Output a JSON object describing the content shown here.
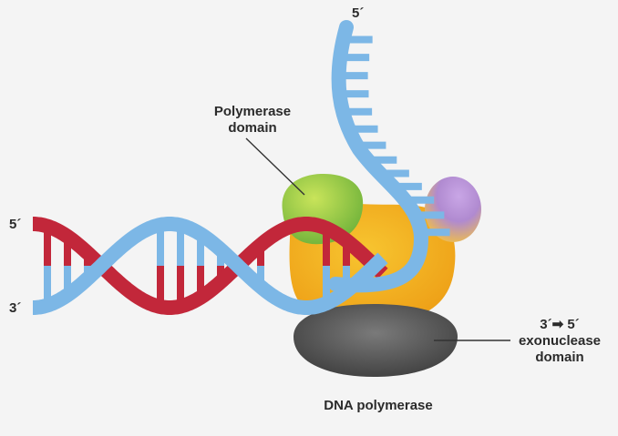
{
  "labels": {
    "strand_top_5prime": "5´",
    "strand_bottom_3prime": "3´",
    "template_end_5prime": "5´",
    "polymerase_domain": [
      "Polymerase",
      "domain"
    ],
    "exonuclease_domain": [
      "3´➡ 5´",
      "exonuclease",
      "domain"
    ],
    "enzyme_name": "DNA polymerase"
  },
  "colors": {
    "background": "#f4f4f4",
    "blue_strand": "#7cb7e6",
    "red_strand": "#c2273a",
    "enzyme_body": "#f2a81c",
    "polymerase_domain": "#8dc73f",
    "exonuclease_domain": "#555555",
    "accessory_subunit": "#b08ad0",
    "label_text": "#2b2b2b"
  }
}
